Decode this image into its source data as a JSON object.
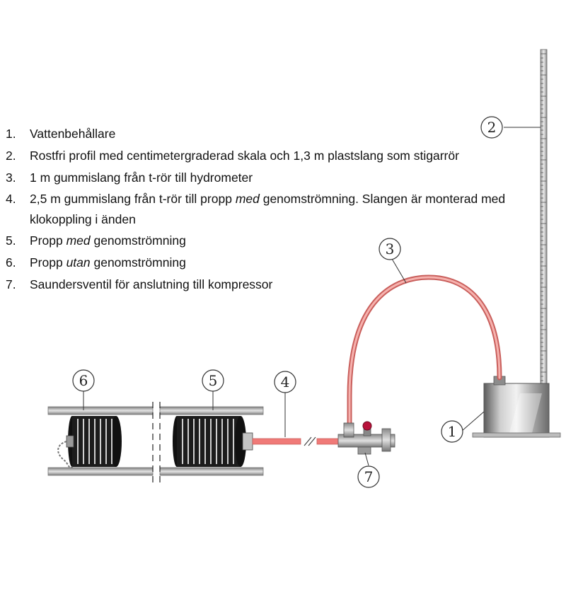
{
  "legend": [
    {
      "number": "1.",
      "parts": [
        "Vattenbehållare"
      ]
    },
    {
      "number": "2.",
      "parts": [
        "Rostfri profil med centimetergraderad skala och 1,3 m plastslang som stigarrör"
      ]
    },
    {
      "number": "3.",
      "parts": [
        "1 m gummislang från t-rör till hydrometer"
      ]
    },
    {
      "number": "4.",
      "parts": [
        "2,5 m gummislang från t-rör till propp ",
        "med",
        " genomströmning. Slangen är monterad med klokoppling i änden"
      ]
    },
    {
      "number": "5.",
      "parts": [
        "Propp ",
        "med",
        " genomströmning"
      ]
    },
    {
      "number": "6.",
      "parts": [
        "Propp ",
        "utan",
        " genomströmning"
      ]
    },
    {
      "number": "7.",
      "parts": [
        "Saundersventil för anslutning till kompressor"
      ]
    }
  ],
  "callouts": {
    "c1": "1",
    "c2": "2",
    "c3": "3",
    "c4": "4",
    "c5": "5",
    "c6": "6",
    "c7": "7"
  },
  "colors": {
    "hose": "#f07a78",
    "hose_light": "#f6b2ae",
    "steel": "#9a9a9a",
    "plug": "#1c1c1c",
    "valve_red": "#b8123a"
  }
}
